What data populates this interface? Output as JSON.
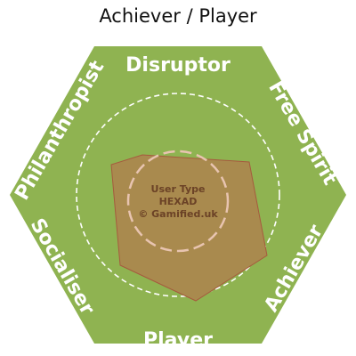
{
  "page": {
    "title": "Achiever / Player"
  },
  "hexad": {
    "colors": {
      "hexagon_fill": "#8fb351",
      "polygon_fill": "#a98a4e",
      "polygon_stroke": "#a65a3e",
      "outer_dashed_circle": "#ffffff",
      "inner_dashed_circle": "#e8c4b0",
      "label_text": "#ffffff",
      "center_text": "#6b4226"
    },
    "labels": {
      "disruptor": "Disruptor",
      "free_spirit": "Free Spirit",
      "achiever": "Achiever",
      "player": "Player",
      "socialiser": "Socialiser",
      "philanthropist": "Philanthropist"
    },
    "center": {
      "line1": "User Type",
      "line2": "HEXAD",
      "line3": "© Gamified.uk"
    }
  }
}
